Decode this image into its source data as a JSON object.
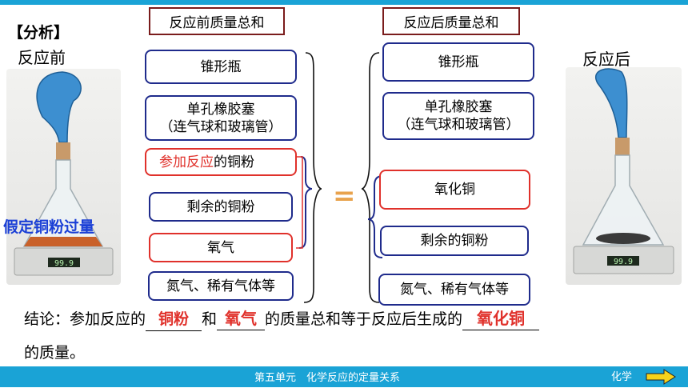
{
  "analysis_label": "【分析】",
  "before_label": "反应前",
  "after_label": "反应后",
  "assumption": "假定铜粉过量",
  "header_before": "反应前质量总和",
  "header_after": "反应后质量总和",
  "left_items": {
    "flask": "锥形瓶",
    "stopper_line1": "单孔橡胶塞",
    "stopper_line2": "（连气球和玻璃管）",
    "reacted_copper_label": "参加反应",
    "reacted_copper_tail": "的铜粉",
    "remaining_copper": "剩余的铜粉",
    "oxygen": "氧气",
    "other_gases": "氮气、稀有气体等"
  },
  "right_items": {
    "flask": "锥形瓶",
    "stopper_line1": "单孔橡胶塞",
    "stopper_line2": "（连气球和玻璃管）",
    "copper_oxide": "氧化铜",
    "remaining_copper": "剩余的铜粉",
    "other_gases": "氮气、稀有气体等"
  },
  "equals_sign": "=",
  "conclusion": {
    "prefix": "结论：参加反应的",
    "blank1": "铜粉",
    "and": "和",
    "blank2": "氧气",
    "middle": "的质量总和等于反应后生成的",
    "blank3": "氧化铜",
    "suffix": "的质量。"
  },
  "footer_title": "第五单元　化学反应的定量关系",
  "footer_subject": "化学",
  "scale_reading": "99.9",
  "colors": {
    "accent_blue": "#1aa3d6",
    "box_blue": "#1f2b8c",
    "box_red": "#e0312b",
    "assumption_blue": "#1a3fd6"
  }
}
